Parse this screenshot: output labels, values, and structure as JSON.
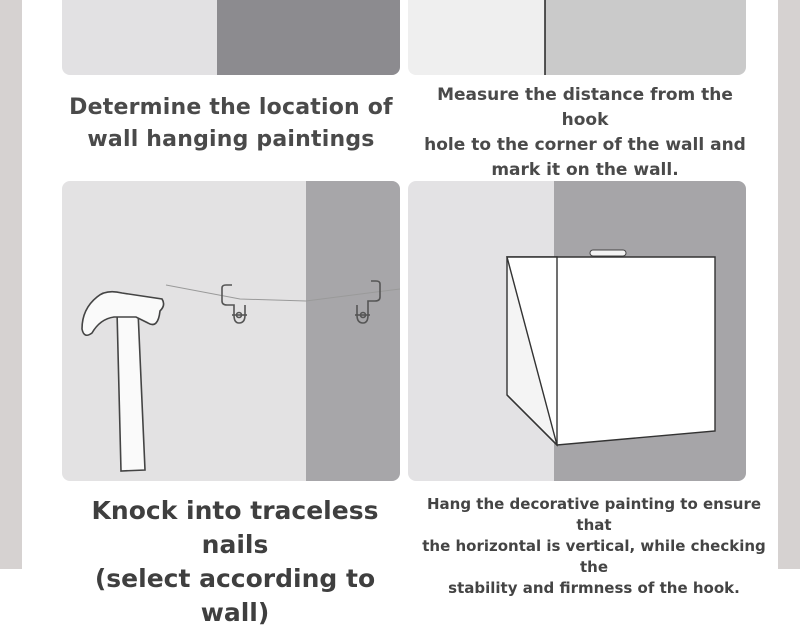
{
  "steps": [
    {
      "caption_lines": [
        "Determine the location of",
        "wall hanging paintings"
      ]
    },
    {
      "caption_lines": [
        "Measure the distance from the hook",
        "hole to the corner of the wall and",
        "mark it on the wall."
      ]
    },
    {
      "caption_lines": [
        "Knock into traceless nails",
        "(select according to wall)"
      ]
    },
    {
      "caption_lines": [
        "Hang the decorative painting to ensure that",
        "the horizontal is vertical, while checking the",
        "stability and firmness of the hook."
      ]
    }
  ],
  "colors": {
    "frame": "#d6d2d1",
    "wall_light": "#e4e3e4",
    "wall_dark": "#a6a5a8",
    "wall_darker": "#8a898d",
    "caption_text": "#4a4a4a"
  },
  "icons": [
    "hammer-icon",
    "hook-icon",
    "painting-box-icon",
    "hanger-bar-icon"
  ]
}
